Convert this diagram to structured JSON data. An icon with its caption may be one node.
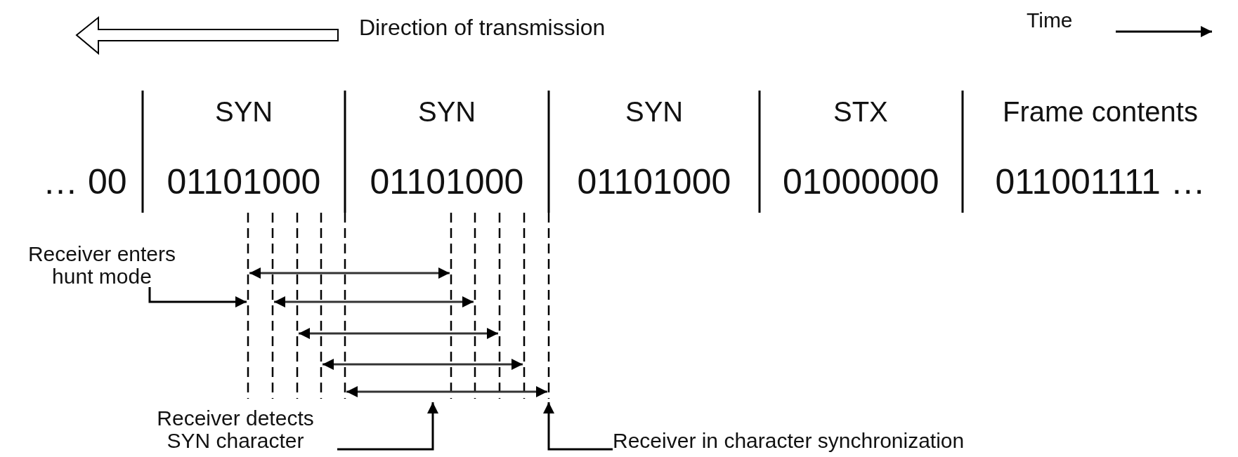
{
  "diagram": {
    "nodes": [
      {
        "text": [
          "Receiver enters hunt mode"
        ]
      },
      {
        "text": [
          "Receiver detects SYN character"
        ]
      },
      {
        "text": [
          "Receiver in character synchronization"
        ]
      }
    ],
    "edges": [
      {
        "from": 0,
        "to": null,
        "arrow": "to"
      },
      {
        "from": 1,
        "to": null,
        "arrow": "to"
      },
      {
        "from": 2,
        "to": null,
        "arrow": "to"
      }
    ],
    "labels": [
      "Direction of transmission",
      "Time",
      "SYN",
      "SYN",
      "SYN",
      "STX",
      "Frame contents",
      "… 00",
      "01101000",
      "01101000",
      "01101000",
      "01000000",
      "011001111 …"
    ]
  }
}
